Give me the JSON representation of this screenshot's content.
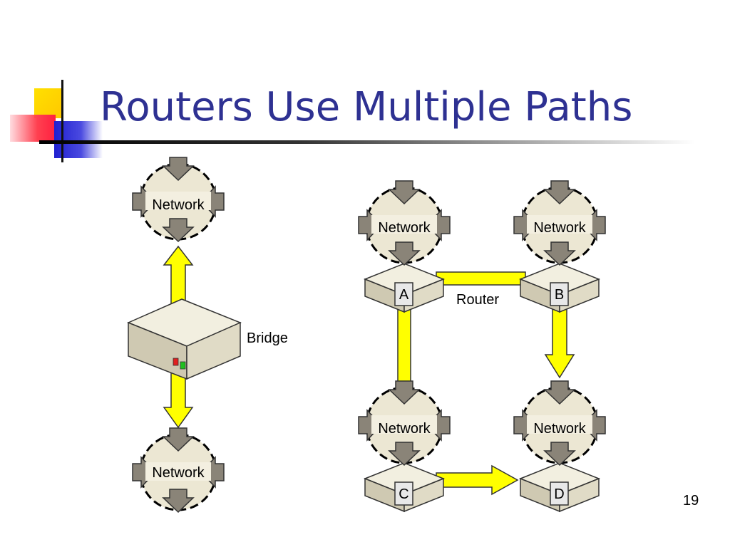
{
  "slide": {
    "title": "Routers Use Multiple Paths",
    "page_number": "19"
  },
  "diagram": {
    "network_label": "Network",
    "bridge_label": "Bridge",
    "router_label": "Router",
    "router_ids": [
      "A",
      "B",
      "C",
      "D"
    ]
  },
  "colors": {
    "title": "#2e3192",
    "arrow": "#ffff00",
    "network_fill": "#ece7d3",
    "device_fill": "#e8e4d0"
  }
}
